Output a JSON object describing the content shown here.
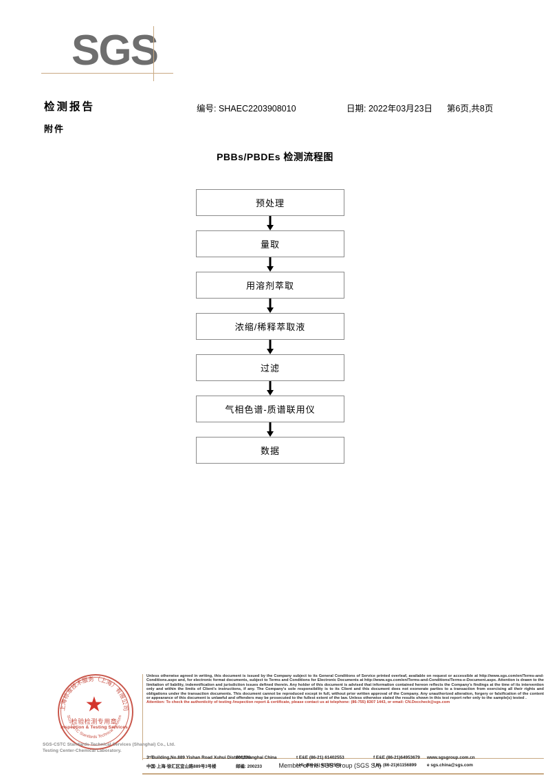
{
  "brand": {
    "logo_text": "SGS",
    "member_line": "Member of the SGS Group (SGS SA)"
  },
  "header": {
    "title": "检测报告",
    "subtitle": "附件",
    "report_no": "编号: SHAEC2203908010",
    "date": "日期: 2022年03月23日",
    "page": "第6页,共8页"
  },
  "flowchart": {
    "title": "PBBs/PBDEs 检测流程图",
    "steps": [
      {
        "label": "预处理"
      },
      {
        "label": "量取"
      },
      {
        "label": "用溶剂萃取"
      },
      {
        "label": "浓缩/稀释萃取液"
      },
      {
        "label": "过滤"
      },
      {
        "label": "气相色谱-质谱联用仪"
      },
      {
        "label": "数据"
      }
    ]
  },
  "seal": {
    "arc_top": "上海标准技术服务（上海）有限公司",
    "cn_line": "检验检测专用章",
    "en_line": "Inspection & Testing Services",
    "arc_bottom": "SGS-CSTC Standards Technical Services",
    "lab_name_line1": "SGS-CSTC Standards Technical Services (Shanghai) Co., Ltd.",
    "lab_name_line2": "Testing Center-Chemical Laboratory."
  },
  "footer": {
    "legal_paragraphs": [
      "Unless otherwise agreed in writing, this document is issued by the Company subject to its General Conditions of Service printed overleaf, available on request or accessible at http://www.sgs.com/en/Terms-and-Conditions.aspx and, for electronic format documents, subject to Terms and Conditions for Electronic Documents at http://www.sgs.com/en/Terms-and-Conditions/Terms-e-Document.aspx. Attention is drawn to the limitation of liability, indemnification and jurisdiction issues defined therein. Any holder of this document is advised that information contained hereon reflects the Company's findings at the time of its intervention only and within the limits of Client's instructions, if any. The Company's sole responsibility is to its Client and this document does not exonerate parties to a transaction from exercising all their rights and obligations under the transaction documents. This document cannot be reproduced except in full, without prior written approval of the Company. Any unauthorized alteration, forgery or falsification of the content or appearance of this document is unlawful and offenders may be prosecuted to the fullest extent of the law. Unless otherwise stated the results shown in this test report refer only to the sample(s) tested ."
    ],
    "attention": "Attention: To check the authenticity of testing /inspection report & certificate, please contact us at telephone: (86-755) 8307 1443, or email: CN.Doccheck@sgs.com",
    "address_rows": [
      {
        "address": "3ʳᵈBuilding,No.889 Yishan Road Xuhui District,Shanghai China",
        "zip": "200233",
        "tel": "t E&E (86-21) 61402553",
        "fax": "f E&E (86-21)64953679",
        "web": "www.sgsgroup.com.cn"
      },
      {
        "address": "中国·上海·徐汇区宜山路889号3号楼",
        "zip": "邮编: 200233",
        "tel": "t HL (86-21) 61402594",
        "fax": "f HL (86-21)61156899",
        "web": "e sgs.china@sgs.com"
      }
    ]
  }
}
